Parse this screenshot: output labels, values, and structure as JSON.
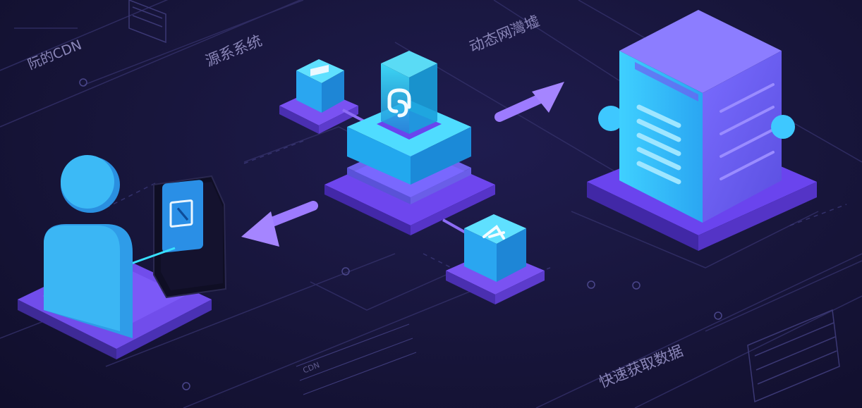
{
  "labels": {
    "top_left": "阮的CDN",
    "origin": "源系系统",
    "dynamic": "动态网灣墟",
    "fast_access": "快速获取数据",
    "small_text": "CDN"
  },
  "icons": [
    "user-icon",
    "screen-icon",
    "cube-icon",
    "hub-icon",
    "server-icon"
  ],
  "colors": {
    "background": "#17153a",
    "cyan": "#29b6f6",
    "cyan_light": "#4fd8ff",
    "purple": "#7b4df0",
    "purple_light": "#9a72ff",
    "server": "#6c63f2",
    "line": "#3a3770"
  }
}
